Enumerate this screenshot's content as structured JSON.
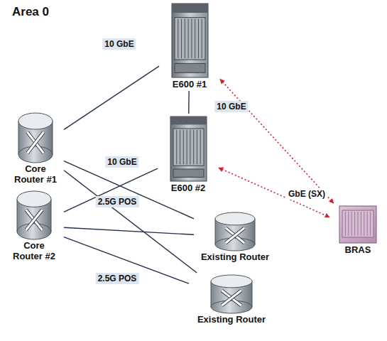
{
  "diagram": {
    "nodes": [
      {
        "text": [
          "Area 0"
        ]
      },
      {
        "text": [
          "E600 #1"
        ],
        "in": 0
      },
      {
        "text": [
          "Core Router #1"
        ],
        "in": 0
      },
      {
        "text": [
          "E600 #2"
        ],
        "in": 0
      },
      {
        "text": [
          "Core Router #2"
        ],
        "in": 0
      },
      {
        "text": [
          "Existing Router"
        ],
        "in": 0
      },
      {
        "text": [
          "Existing Router"
        ],
        "in": 0
      },
      {
        "text": [
          "BRAS"
        ]
      }
    ],
    "edges": [
      {
        "from": 2,
        "to": 1,
        "label": "10 GbE",
        "arrow": "none"
      },
      {
        "from": 1,
        "to": 3,
        "label": "10 GbE",
        "arrow": "none"
      },
      {
        "from": 4,
        "to": 3,
        "label": "10 GbE",
        "arrow": "none"
      },
      {
        "from": 2,
        "to": 5,
        "label": "2.5G POS",
        "arrow": "none"
      },
      {
        "from": 2,
        "to": 6,
        "arrow": "none"
      },
      {
        "from": 4,
        "to": 5,
        "arrow": "none"
      },
      {
        "from": 4,
        "to": 6,
        "label": "2.5G POS",
        "arrow": "none"
      },
      {
        "from": 1,
        "to": 7,
        "label": "GbE (SX)",
        "arrow": "both"
      },
      {
        "from": 3,
        "to": 7,
        "arrow": "both"
      }
    ]
  }
}
